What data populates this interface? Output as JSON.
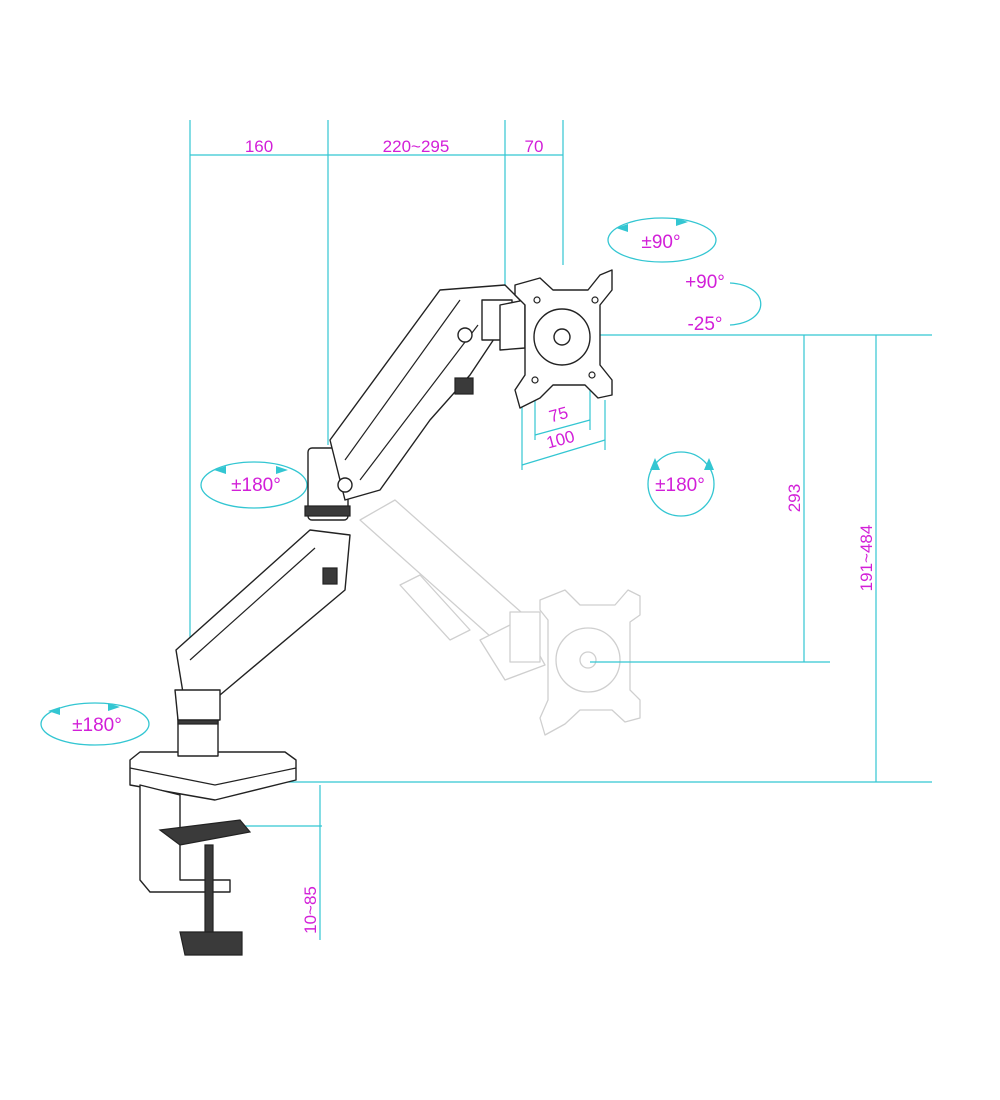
{
  "dimensions": {
    "arm_segment_1": "160",
    "arm_segment_2": "220~295",
    "head_depth": "70",
    "vesa_inner": "75",
    "vesa_outer": "100",
    "height_travel": "293",
    "height_range": "191~484",
    "clamp_thickness": "10~85"
  },
  "rotations": {
    "top_rotation": "±90°",
    "tilt_up": "+90°",
    "tilt_down": "-25°",
    "elbow_rotation": "±180°",
    "head_swivel": "±180°",
    "base_rotation": "±180°"
  },
  "colors": {
    "dimension_line": "#33c6d2",
    "label_text": "#d21fd8",
    "outline": "#222222",
    "ghost_outline": "#cfcfcf"
  }
}
